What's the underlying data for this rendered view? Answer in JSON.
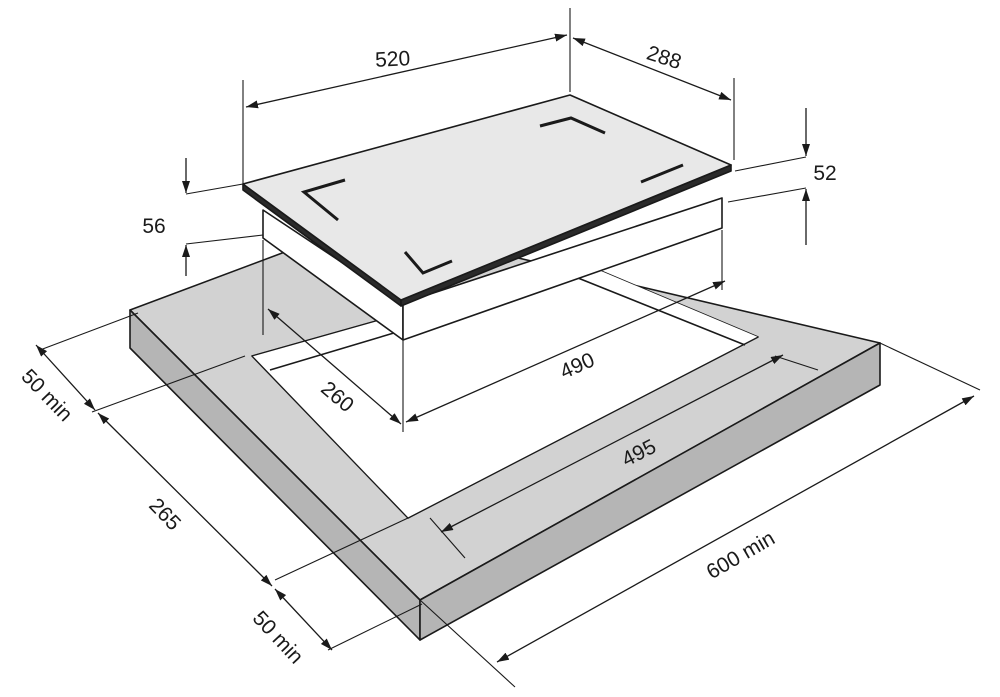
{
  "diagram": {
    "colors": {
      "worktop_top": "#d2d2d2",
      "worktop_side": "#b5b5b5",
      "cutout_floor": "#ffffff",
      "hob_top": "#e8e8e8",
      "hob_body": "#ffffff",
      "line": "#1a1a1a"
    },
    "dimensions": {
      "hob_width": "520",
      "hob_depth": "288",
      "hob_total_height": "56",
      "hob_body_height": "52",
      "body_depth": "260",
      "body_width": "490",
      "cutout_width": "495",
      "cutout_depth": "265",
      "front_clearance": "50 min",
      "back_clearance": "50 min",
      "worktop_depth": "600 min"
    }
  }
}
